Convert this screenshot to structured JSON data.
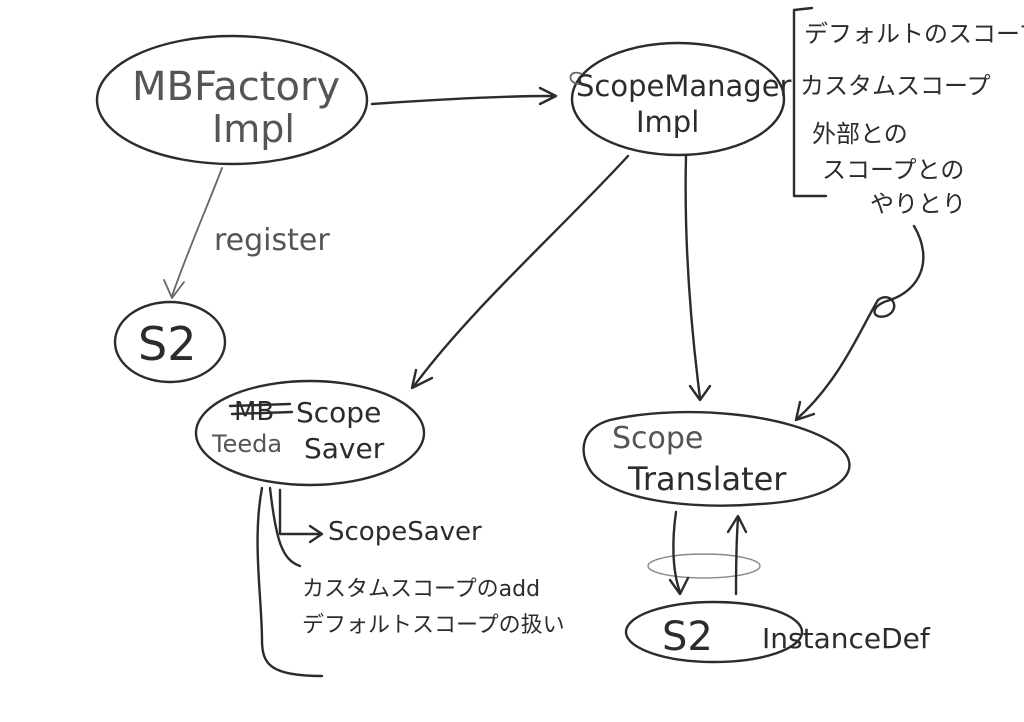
{
  "nodes": {
    "mbfactory": {
      "line1": "MBFactory",
      "line2": "Impl"
    },
    "scope_manager": {
      "line1": "ScopeManager",
      "line2": "Impl"
    },
    "s2_top": {
      "label": "S2"
    },
    "scope_saver": {
      "struck": "MB",
      "left": "Teeda",
      "line1": "Scope",
      "line2": "Saver"
    },
    "scope_translater": {
      "line1": "Scope",
      "line2": "Translater"
    },
    "s2_instance": {
      "s2": "S2",
      "rest": "InstanceDef"
    }
  },
  "labels": {
    "register": "register",
    "scope_saver_arrow_target": "ScopeSaver"
  },
  "notes": {
    "manager_bracket": [
      "デフォルトのスコープ",
      "カスタムスコープ",
      "外部との",
      "スコープとの",
      "やりとり"
    ],
    "saver_notes": [
      "カスタムスコープのadd",
      "デフォルトスコープの扱い"
    ]
  },
  "colors": {
    "ink": "#2c2c2c",
    "ink_light": "#666666",
    "background": "#ffffff"
  }
}
